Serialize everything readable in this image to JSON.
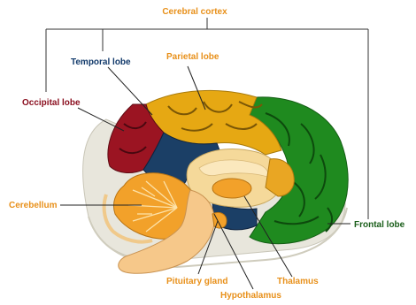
{
  "labels": {
    "cerebral_cortex": "Cerebral cortex",
    "temporal_lobe": "Temporal lobe",
    "parietal_lobe": "Parietal lobe",
    "occipital_lobe": "Occipital lobe",
    "cerebellum": "Cerebellum",
    "frontal_lobe": "Frontal lobe",
    "pituitary_gland": "Pituitary gland",
    "thalamus": "Thalamus",
    "hypothalamus": "Hypothalamus"
  },
  "colors": {
    "orange_label": "#e8901a",
    "navy_label": "#123a6b",
    "maroon_label": "#8b1020",
    "green_label": "#1a5e1a",
    "frontal_green": "#1f8a1f",
    "parietal_yellow": "#e6a813",
    "temporal_navy": "#1b3f66",
    "occipital_red": "#9b1422",
    "thalamus_cream": "#f5d99a",
    "cerebellum_orange": "#f2a12a",
    "brainstem_peach": "#f6c88a",
    "base_grey": "#e8e6dc"
  }
}
